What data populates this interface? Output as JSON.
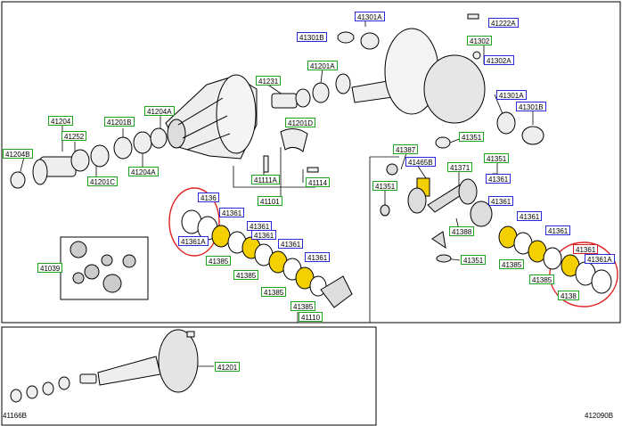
{
  "labels": [
    {
      "id": "l41301A",
      "text": "41301A",
      "c": "b"
    },
    {
      "id": "l41222A",
      "text": "41222A",
      "c": "b"
    },
    {
      "id": "l41301B_t",
      "text": "41301B",
      "c": "b"
    },
    {
      "id": "l41302",
      "text": "41302",
      "c": "g"
    },
    {
      "id": "l41302A",
      "text": "41302A",
      "c": "b"
    },
    {
      "id": "l41201A",
      "text": "41201A",
      "c": "g"
    },
    {
      "id": "l41231",
      "text": "41231",
      "c": "g"
    },
    {
      "id": "l41301A_r",
      "text": "41301A",
      "c": "b"
    },
    {
      "id": "l41301B_r",
      "text": "41301B",
      "c": "b"
    },
    {
      "id": "l41204",
      "text": "41204",
      "c": "g"
    },
    {
      "id": "l41201B",
      "text": "41201B",
      "c": "g"
    },
    {
      "id": "l41204A_t",
      "text": "41204A",
      "c": "g"
    },
    {
      "id": "l41201D",
      "text": "41201D",
      "c": "g"
    },
    {
      "id": "l41252",
      "text": "41252",
      "c": "g"
    },
    {
      "id": "l41351_t",
      "text": "41351",
      "c": "g"
    },
    {
      "id": "l41204B",
      "text": "41204B",
      "c": "g"
    },
    {
      "id": "l41204A_b",
      "text": "41204A",
      "c": "g"
    },
    {
      "id": "l41201C",
      "text": "41201C",
      "c": "g"
    },
    {
      "id": "l41387",
      "text": "41387",
      "c": "g"
    },
    {
      "id": "l41465B",
      "text": "41465B",
      "c": "b"
    },
    {
      "id": "l41371",
      "text": "41371",
      "c": "g"
    },
    {
      "id": "l41351_r",
      "text": "41351",
      "c": "g"
    },
    {
      "id": "l41111A",
      "text": "41111A",
      "c": "g"
    },
    {
      "id": "l41114",
      "text": "41114",
      "c": "g"
    },
    {
      "id": "l41351_l",
      "text": "41351",
      "c": "g"
    },
    {
      "id": "l41361_rr",
      "text": "41361",
      "c": "b"
    },
    {
      "id": "l41101",
      "text": "41101",
      "c": "g"
    },
    {
      "id": "l4136_circ",
      "text": "4136",
      "c": "b"
    },
    {
      "id": "l41361_a",
      "text": "41361",
      "c": "b"
    },
    {
      "id": "l41361_b",
      "text": "41361",
      "c": "b"
    },
    {
      "id": "l41361A_l",
      "text": "41361A",
      "c": "b"
    },
    {
      "id": "l41361_c",
      "text": "41361",
      "c": "b"
    },
    {
      "id": "l41385_1",
      "text": "41385",
      "c": "g"
    },
    {
      "id": "l41361_d",
      "text": "41361",
      "c": "b"
    },
    {
      "id": "l41385_2",
      "text": "41385",
      "c": "g"
    },
    {
      "id": "l41361_e",
      "text": "41361",
      "c": "b"
    },
    {
      "id": "l41385_3",
      "text": "41385",
      "c": "g"
    },
    {
      "id": "l41385_4",
      "text": "41385",
      "c": "g"
    },
    {
      "id": "l41039",
      "text": "41039",
      "c": "g"
    },
    {
      "id": "l41388",
      "text": "41388",
      "c": "g"
    },
    {
      "id": "l41361_f",
      "text": "41361",
      "c": "b"
    },
    {
      "id": "l41361_g",
      "text": "41361",
      "c": "b"
    },
    {
      "id": "l41361_h",
      "text": "41361",
      "c": "b"
    },
    {
      "id": "l41351_b",
      "text": "41351",
      "c": "g"
    },
    {
      "id": "l41385_r1",
      "text": "41385",
      "c": "g"
    },
    {
      "id": "l41385_r2",
      "text": "41385",
      "c": "g"
    },
    {
      "id": "l41361_red",
      "text": "41361",
      "c": "r"
    },
    {
      "id": "l41361A_r",
      "text": "41361A",
      "c": "b"
    },
    {
      "id": "l4138_r3",
      "text": "4138",
      "c": "g"
    },
    {
      "id": "l41110",
      "text": "41110",
      "c": "g"
    },
    {
      "id": "l41201",
      "text": "41201",
      "c": "g"
    }
  ],
  "corner_left": "41166B",
  "corner_right": "412090B"
}
